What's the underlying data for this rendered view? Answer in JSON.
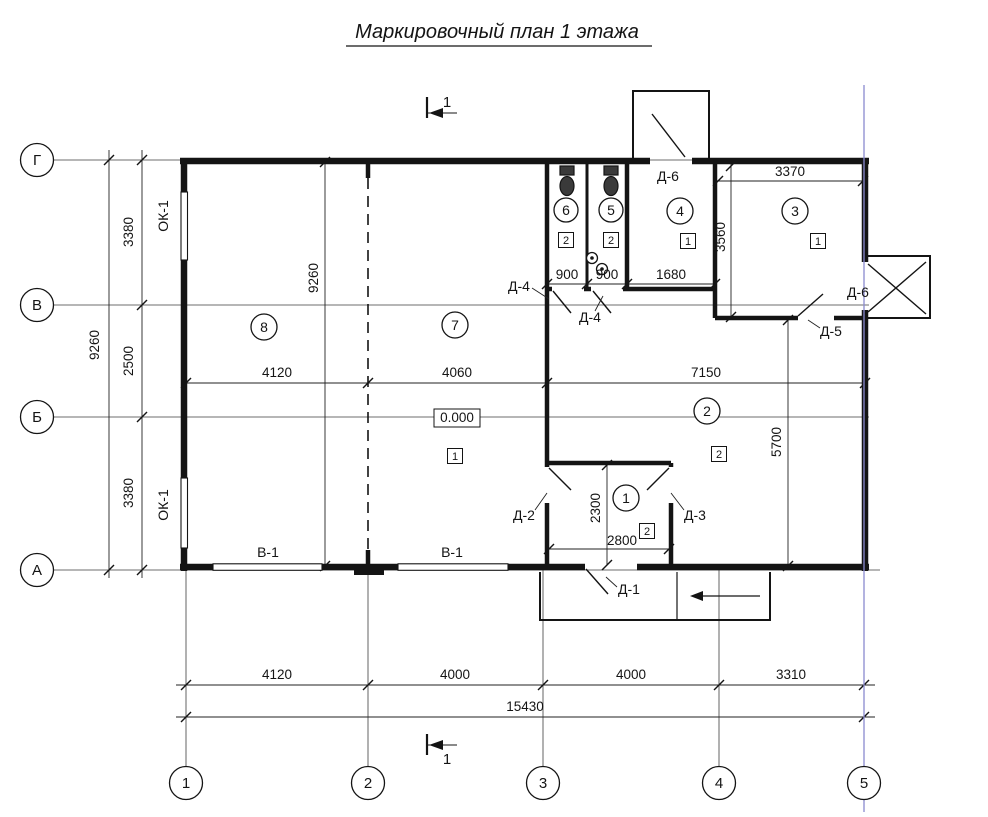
{
  "title": "Маркировочный план 1 этажа",
  "section_mark": {
    "label": "1"
  },
  "axes": {
    "rows": [
      "Г",
      "В",
      "Б",
      "А"
    ],
    "cols": [
      "1",
      "2",
      "3",
      "4",
      "5"
    ]
  },
  "rooms": {
    "r1": "1",
    "r2": "2",
    "r3": "3",
    "r4": "4",
    "r5": "5",
    "r6": "6",
    "r7": "7",
    "r8": "8"
  },
  "floor_markers": {
    "m1": "2",
    "m2": "2",
    "m3": "1",
    "m4": "1",
    "m5": "2",
    "m6": "2",
    "m7": "1"
  },
  "level_mark": "0.000",
  "doors": {
    "d1": "Д-1",
    "d2": "Д-2",
    "d3": "Д-3",
    "d4": "Д-4",
    "d5": "Д-5",
    "d6": "Д-6"
  },
  "windows": {
    "ok1": "ОК-1",
    "v1": "В-1"
  },
  "dims": {
    "left_total": "9260",
    "left_chain": [
      "3380",
      "2500",
      "3380"
    ],
    "inner_vertical": "9260",
    "inner_chain": [
      "4120",
      "4060",
      "7150"
    ],
    "wc_chain": [
      "900",
      "900",
      "1680"
    ],
    "room3_width": "3370",
    "room3_depth": "3560",
    "hall_depth": "5700",
    "vestibule_depth": "2300",
    "vestibule_width": "2800",
    "bottom_chain": [
      "4120",
      "4000",
      "4000",
      "3310"
    ],
    "bottom_total": "15430"
  },
  "colors": {
    "ink": "#1a1a1a",
    "axis_highlight": "#8a8ad0"
  }
}
